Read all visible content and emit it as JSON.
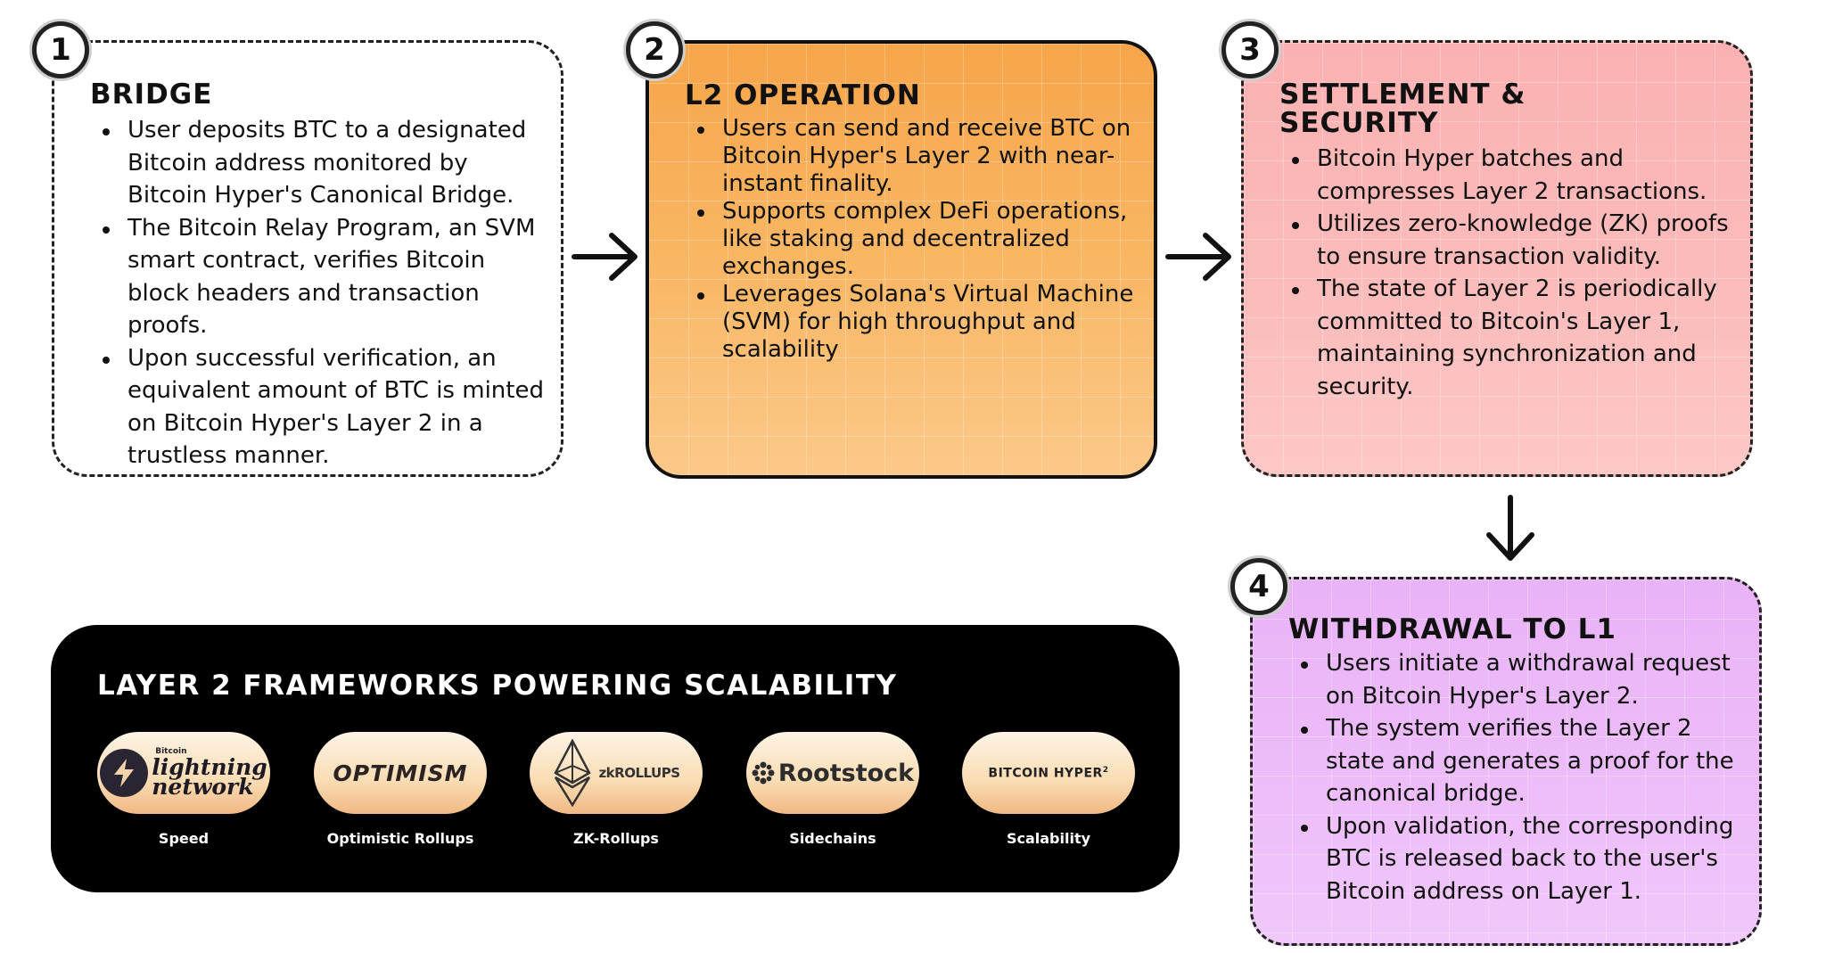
{
  "steps": [
    {
      "number": "1",
      "title": "Bridge",
      "bullets": [
        "User deposits BTC to a designated Bitcoin address monitored by Bitcoin Hyper's Canonical Bridge.",
        "The Bitcoin Relay Program, an SVM smart contract, verifies Bitcoin block headers and transaction proofs.",
        "Upon successful verification, an equivalent amount of BTC is minted on Bitcoin Hyper's Layer 2 in a trustless manner."
      ]
    },
    {
      "number": "2",
      "title": "L2 Operation",
      "bullets": [
        "Users can send and receive BTC on Bitcoin Hyper's Layer 2 with near-instant finality.",
        "Supports complex DeFi operations, like staking and decentralized exchanges.",
        "Leverages Solana's Virtual Machine (SVM) for high throughput and scalability"
      ]
    },
    {
      "number": "3",
      "title": "Settlement & Security",
      "bullets": [
        "Bitcoin Hyper batches and compresses Layer 2 transactions.",
        "Utilizes zero-knowledge (ZK) proofs to ensure transaction validity.",
        "The state of Layer 2 is periodically committed to Bitcoin's Layer 1, maintaining synchronization and security."
      ]
    },
    {
      "number": "4",
      "title": "Withdrawal to L1",
      "bullets": [
        "Users initiate a withdrawal request on Bitcoin Hyper's Layer 2.",
        "The system verifies the Layer 2 state and generates a proof for the canonical bridge.",
        "Upon validation, the corresponding BTC is released back to the user's Bitcoin address on Layer 1."
      ]
    }
  ],
  "frameworks": {
    "title": "LAYER 2 FRAMEWORKS POWERING SCALABILITY",
    "items": [
      {
        "logo_small": "Bitcoin",
        "logo_line1": "lightning",
        "logo_line2": "network",
        "label": "Speed",
        "icon": "lightning-bolt-icon"
      },
      {
        "logo": "OPTIMISM",
        "label": "Optimistic Rollups"
      },
      {
        "logo": "zkROLLUPS",
        "label": "ZK-Rollups",
        "icon": "ethereum-diamond-icon"
      },
      {
        "logo": "Rootstock",
        "label": "Sidechains",
        "icon": "rootstock-dots-icon"
      },
      {
        "logo": "BITCOIN HYPER",
        "logo_sup": "2",
        "label": "Scalability"
      }
    ]
  },
  "colors": {
    "card1": "#ffffff",
    "card2": "#f8b15c",
    "card3": "#fbb9b9",
    "card4": "#ebb6f9",
    "panel": "#000000"
  }
}
